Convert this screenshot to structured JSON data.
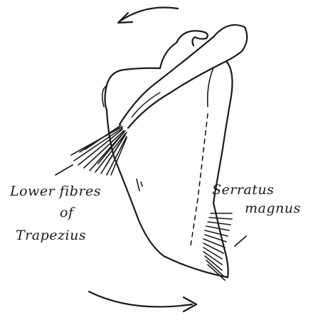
{
  "labels": {
    "lower_fibres": "Lower fibres",
    "of": "of",
    "trapezius": "Trapezius",
    "serratus": "Serratus",
    "magnus": "magnus"
  },
  "colors": {
    "ink": "#1a1a1a",
    "background": "#ffffff"
  }
}
